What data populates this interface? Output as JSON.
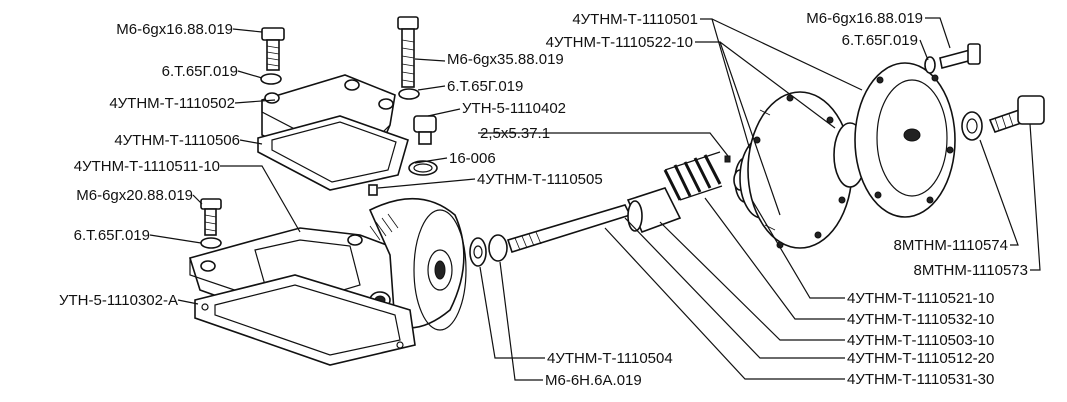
{
  "labels": {
    "l01": "М6-6gх16.88.019",
    "l02": "6.Т.65Г.019",
    "l03": "4УТНМ-Т-1110502",
    "l04": "4УТНМ-Т-1110506",
    "l05": "4УТНМ-Т-1110511-10",
    "l06": "М6-6gх20.88.019",
    "l07": "6.Т.65Г.019",
    "l08": "УТН-5-1110302-А",
    "l09": "М6-6gх35.88.019",
    "l10": "6.Т.65Г.019",
    "l11": "УТН-5-1110402",
    "l12": "2,5х5.37.1",
    "l13": "16-006",
    "l14": "4УТНМ-Т-1110505",
    "l15": "4УТНМ-Т-1110501",
    "l16": "4УТНМ-Т-1110522-10",
    "l17": "М6-6gх16.88.019",
    "l18": "6.Т.65Г.019",
    "l19": "8МТНМ-1110574",
    "l20": "8МТНМ-1110573",
    "l21": "4УТНМ-Т-1110521-10",
    "l22": "4УТНМ-Т-1110532-10",
    "l23": "4УТНМ-Т-1110503-10",
    "l24": "4УТНМ-Т-1110512-20",
    "l25": "4УТНМ-Т-1110531-30",
    "l26": "4УТНМ-Т-1110504",
    "l27": "М6-6Н.6А.019"
  }
}
